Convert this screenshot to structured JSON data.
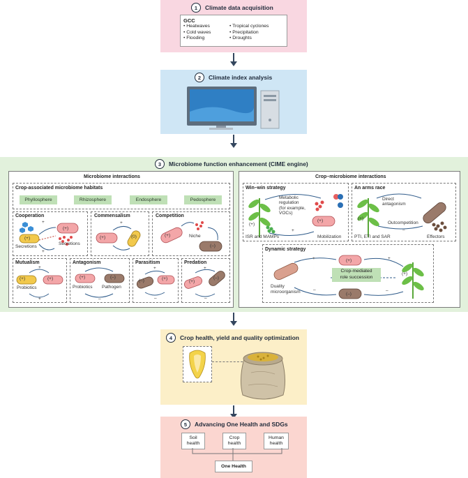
{
  "stage1": {
    "num": "1",
    "title": "Climate data acquisition",
    "gcc": {
      "heading": "GCC",
      "col1": [
        "• Heatwaves",
        "• Cold waves",
        "• Flooding"
      ],
      "col2": [
        "• Tropical cyclones",
        "• Precipitation",
        "• Droughts"
      ]
    }
  },
  "stage2": {
    "num": "2",
    "title": "Climate index analysis"
  },
  "stage3": {
    "num": "3",
    "title": "Microbiome function enhancement (CIME engine)",
    "left": {
      "title": "Microbiome interactions",
      "habitats": {
        "title": "Crop-associated microbiome habitats",
        "items": [
          "Phyllosphere",
          "Rhizosphere",
          "Endosphere",
          "Pedosphere"
        ]
      },
      "cooperation": {
        "title": "Cooperation",
        "secretions_a": "Secretions",
        "secretions_b": "Secretions"
      },
      "commensalism": {
        "title": "Commensalism"
      },
      "competition": {
        "title": "Competition",
        "niche": "Niche"
      },
      "mutualism": {
        "title": "Mutualism",
        "probiotics": "Probiotics"
      },
      "antagonism": {
        "title": "Antagonism",
        "probiotics": "Probiotics",
        "pathogen": "Pathogen"
      },
      "parasitism": {
        "title": "Parasitism"
      },
      "predation": {
        "title": "Predation"
      }
    },
    "right": {
      "title": "Crop–microbiome interactions",
      "winwin": {
        "title": "Win–win strategy",
        "metabolic": [
          "Metabolic",
          "regulation",
          "(for example,",
          "VOCs)"
        ],
        "isr": "ISR and MAMPs",
        "mobilization": "Mobilization"
      },
      "arms": {
        "title": "An arms race",
        "direct": [
          "Direct",
          "antagonism"
        ],
        "outcompetition": "Outcompetition",
        "pti": "PTI, ETI and SAR",
        "effectors": "Effectors"
      },
      "dynamic": {
        "title": "Dynamic strategy",
        "center": [
          "Crop-mediated",
          "role succession"
        ],
        "duality": [
          "Duality",
          "microorganism"
        ]
      }
    }
  },
  "stage4": {
    "num": "4",
    "title": "Crop health, yield and quality optimization"
  },
  "stage5": {
    "num": "5",
    "title": "Advancing One Health and SDGs",
    "boxes": [
      [
        "Soil",
        "health"
      ],
      [
        "Crop",
        "health"
      ],
      [
        "Human",
        "health"
      ]
    ],
    "one_health": "One Health"
  },
  "signs": {
    "plus": "+",
    "minus": "–",
    "pos": "(+)",
    "neg": "(–)",
    "zero": "(0)"
  },
  "colors": {
    "stage1_bg": "#f9d7e1",
    "stage2_bg": "#cfe6f5",
    "stage3_bg": "#e2f1dc",
    "stage4_bg": "#fcefc8",
    "stage5_bg": "#fbd6d0"
  }
}
